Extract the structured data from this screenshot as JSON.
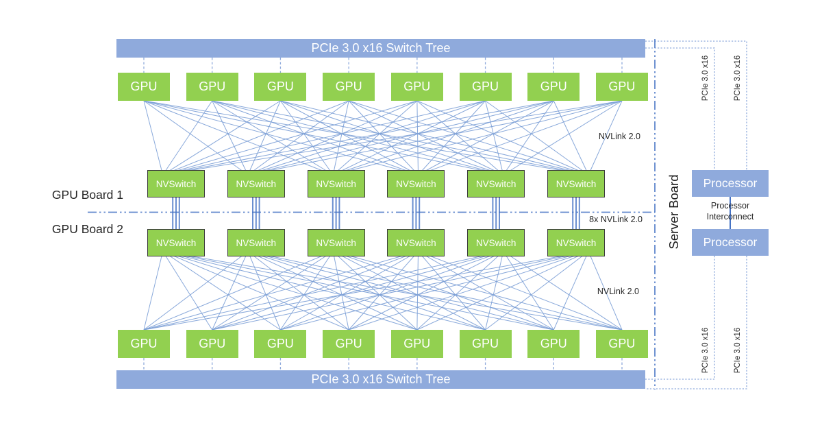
{
  "diagram": {
    "description_visible_only": "GPU / NVSwitch / PCIe topology diagram"
  },
  "title_bars": {
    "top": "PCIe 3.0 x16 Switch Tree",
    "bottom": "PCIe 3.0 x16 Switch Tree"
  },
  "labels": {
    "gpu": "GPU",
    "nvswitch": "NVSwitch",
    "board1": "GPU Board 1",
    "board2": "GPU Board 2",
    "nvlink_top": "NVLink 2.0",
    "nvlink_bottom": "NVLink 2.0",
    "nvlink_cross": "8x NVLink 2.0",
    "server_board": "Server Board",
    "processor": "Processor",
    "interconnect": "Processor Interconnect",
    "pcie_lane": "PCIe 3.0 x16"
  },
  "counts": {
    "gpus_per_board": 8,
    "nvswitches_per_board": 6,
    "boards": 2,
    "processors": 2,
    "pcie_lane_links": 4
  },
  "colors": {
    "green": "#92D050",
    "blue_fill": "#8FAADC",
    "line_blue": "#4472C4",
    "mesh_blue": "#7C9FD6",
    "dotted_blue": "#8FAADC",
    "box_border": "#3B3B3B",
    "text_dark": "#262626",
    "box_text": "#FFFFFF",
    "background": "#FFFFFF"
  }
}
